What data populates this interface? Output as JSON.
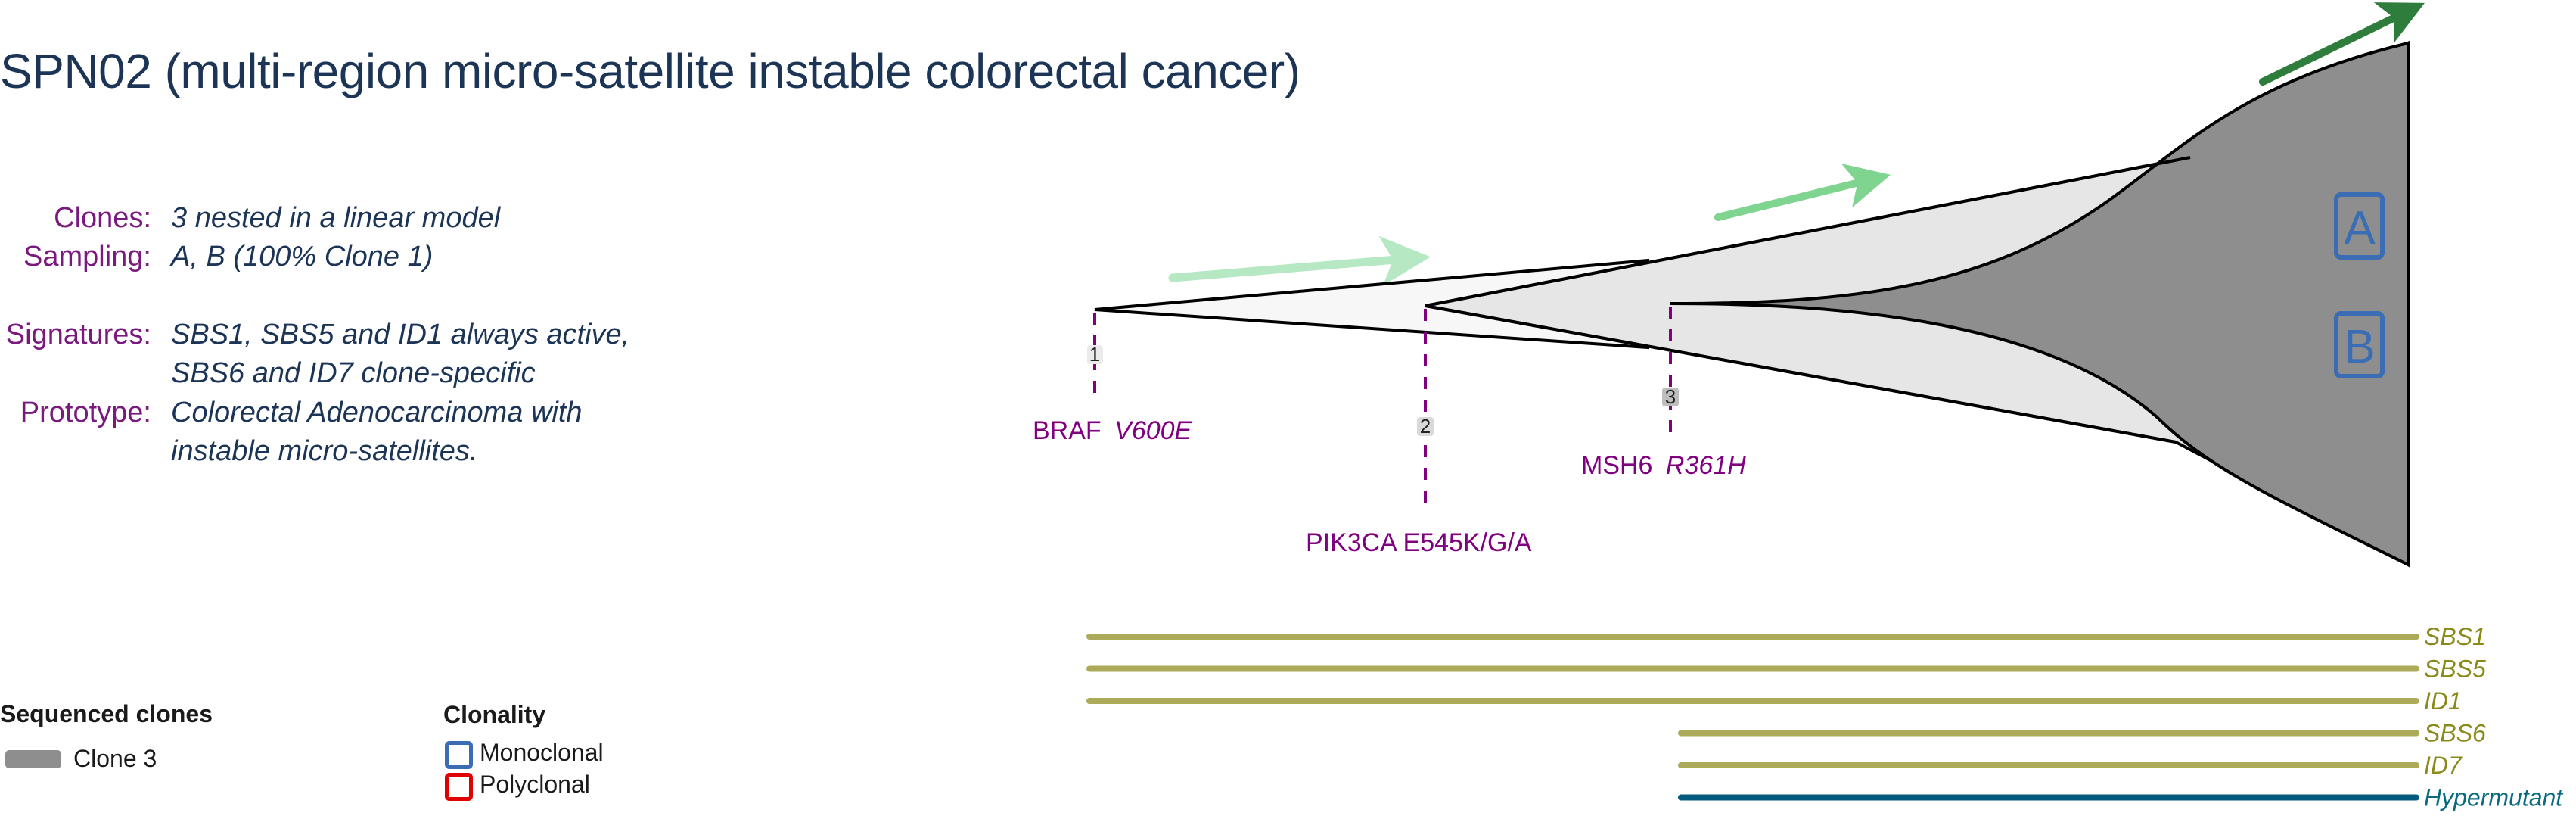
{
  "title": "SPN02 (multi-region micro-satellite instable colorectal cancer)",
  "info": [
    {
      "label": "Clones:",
      "lines": [
        "3 nested in a linear model"
      ]
    },
    {
      "label": "Sampling:",
      "lines": [
        "A, B (100% Clone 1)"
      ]
    },
    {
      "label": "Signatures:",
      "lines": [
        "SBS1, SBS5 and ID1 always active,",
        "SBS6 and ID7 clone-specific"
      ]
    },
    {
      "label": "Prototype:",
      "lines": [
        "Colorectal Adenocarcinoma with",
        "instable micro-satellites."
      ]
    }
  ],
  "legend": {
    "sequenced_clones": {
      "title": "Sequenced clones",
      "items": [
        {
          "label": "Clone 3",
          "color": "#8e8e8e"
        }
      ]
    },
    "clonality": {
      "title": "Clonality",
      "items": [
        {
          "label": "Monoclonal",
          "color": "#3a6db3"
        },
        {
          "label": "Polyclonal",
          "color": "#e00000"
        }
      ]
    }
  },
  "clones": [
    {
      "id": "1",
      "fill": "#f7f7f7",
      "driver_gene": "BRAF",
      "driver_variant": "V600E",
      "badge_fill": "#ebebeb"
    },
    {
      "id": "2",
      "fill": "#e6e6e6",
      "driver_gene": "PIK3CA E545K/G/A",
      "driver_variant": "",
      "badge_fill": "#d9d9d9"
    },
    {
      "id": "3",
      "fill": "#8e8e8e",
      "driver_gene": "MSH6",
      "driver_variant": "R361H",
      "badge_fill": "#bdbdbd"
    }
  ],
  "growth_arrows": [
    {
      "clone": "1",
      "color": "#b5e8c3"
    },
    {
      "clone": "2",
      "color": "#7fd48f"
    },
    {
      "clone": "3",
      "color": "#2e7d3c"
    }
  ],
  "samples": [
    {
      "label": "A",
      "clonality": "Monoclonal"
    },
    {
      "label": "B",
      "clonality": "Monoclonal"
    }
  ],
  "signatures": [
    {
      "name": "SBS1",
      "active_from_clone": "1",
      "color": "#adab5a",
      "label_color": "#8a8a1a"
    },
    {
      "name": "SBS5",
      "active_from_clone": "1",
      "color": "#adab5a",
      "label_color": "#8a8a1a"
    },
    {
      "name": "ID1",
      "active_from_clone": "1",
      "color": "#adab5a",
      "label_color": "#8a8a1a"
    },
    {
      "name": "SBS6",
      "active_from_clone": "3",
      "color": "#adab5a",
      "label_color": "#8a8a1a"
    },
    {
      "name": "ID7",
      "active_from_clone": "3",
      "color": "#adab5a",
      "label_color": "#8a8a1a"
    },
    {
      "name": "Hypermutant",
      "active_from_clone": "3",
      "color": "#005b7f",
      "label_color": "#0a6b80"
    }
  ],
  "colors": {
    "title": "#1c3557",
    "label": "#7a1a7f",
    "mutation": "#800080",
    "outline": "#000000"
  }
}
